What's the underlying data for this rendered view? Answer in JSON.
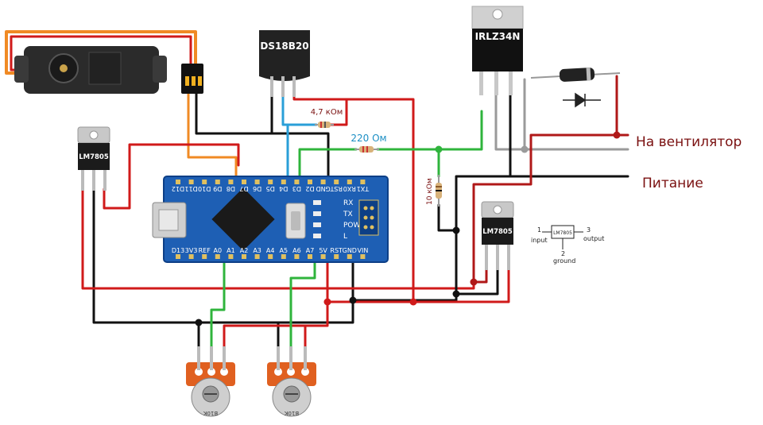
{
  "sensor": {
    "label": "DS18B20"
  },
  "mosfet": {
    "label": "IRLZ34N"
  },
  "regulator_left": {
    "label": "LM7805"
  },
  "regulator_right": {
    "label": "LM7805"
  },
  "resistors": {
    "r_4k7": "4,7 кОм",
    "r_220": "220 Ом",
    "r_10k": "10 кОм"
  },
  "outputs": {
    "fan": "На вентилятор",
    "power": "Питание"
  },
  "pinout": {
    "chip": "LM7805",
    "pin1": "1",
    "input": "input",
    "pin3": "3",
    "output": "output",
    "pin2": "2",
    "ground": "ground"
  },
  "arduino": {
    "top_pins": [
      "D12",
      "D11",
      "D10",
      "D9",
      "D8",
      "D7",
      "D6",
      "D5",
      "D4",
      "D3",
      "D2",
      "GND",
      "RST",
      "RX0",
      "TX1"
    ],
    "bottom_pins": [
      "D13",
      "3V3",
      "REF",
      "A0",
      "A1",
      "A2",
      "A3",
      "A4",
      "A5",
      "A6",
      "A7",
      "5V",
      "RST",
      "GND",
      "VIN"
    ],
    "leds": [
      "RX",
      "TX",
      "POW",
      "L"
    ]
  },
  "pots": {
    "left_value": "B10K",
    "right_value": "B10K"
  },
  "colors": {
    "wire_red": "#d01a1a",
    "wire_black": "#111111",
    "wire_green": "#2fb43c",
    "wire_blue": "#2a9fd8",
    "wire_orange": "#f08a24",
    "wire_gray": "#9a9a9a",
    "board_blue": "#1e5fb4",
    "label_darkred": "#7a1010",
    "label_cyan": "#1c8fc4"
  }
}
